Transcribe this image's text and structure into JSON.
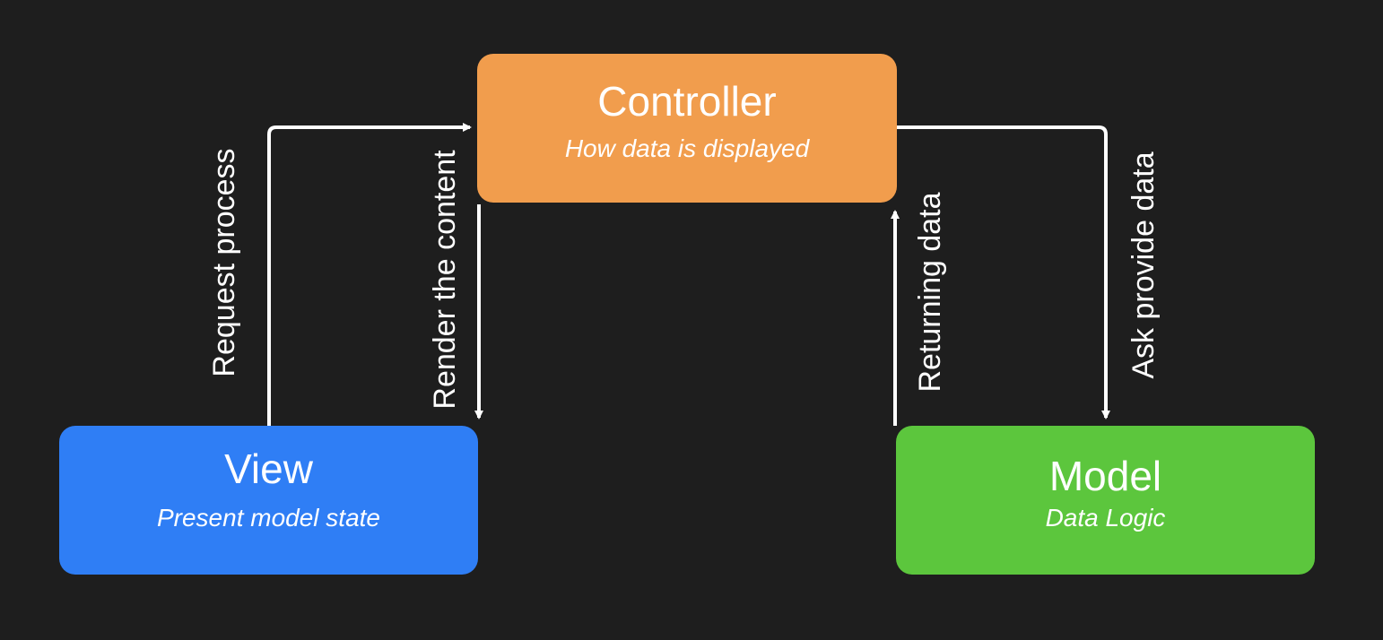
{
  "colors": {
    "background": "#1e1e1e",
    "controller": "#f19d4d",
    "view": "#2f7ef5",
    "model": "#5cc63d",
    "arrow": "#ffffff"
  },
  "controller": {
    "title": "Controller",
    "subtitle": "How data is displayed"
  },
  "view": {
    "title": "View",
    "subtitle": "Present model state"
  },
  "model": {
    "title": "Model",
    "subtitle": "Data Logic"
  },
  "arrows": {
    "request_process": "Request process",
    "render_content": "Render the content",
    "returning_data": "Returning data",
    "ask_provide_data": "Ask provide data"
  }
}
